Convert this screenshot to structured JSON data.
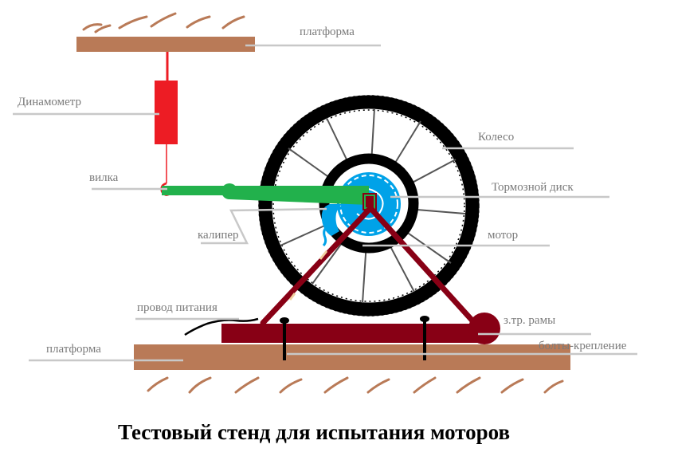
{
  "colors": {
    "platform": "#b97a57",
    "dynamometer": "#ed1c24",
    "fork": "#22b14c",
    "caliper": "#00a2e8",
    "frame": "#880015",
    "wheel": "#000000",
    "leader": "#c8c8c8",
    "label_text": "#7a7a7a"
  },
  "labels": {
    "platform_top": "платформа",
    "dynamometer": "Динамометр",
    "fork": "вилка",
    "wheel": "Колесо",
    "brake_disc": "Тормозной диск",
    "caliper": "калипер",
    "motor": "мотор",
    "power_cable": "провод питания",
    "frame_pivot": "з.тр. рамы",
    "platform_bottom": "платформа",
    "mount_bolts": "болты-крепление"
  },
  "title": "Тестовый стенд для испытания моторов"
}
